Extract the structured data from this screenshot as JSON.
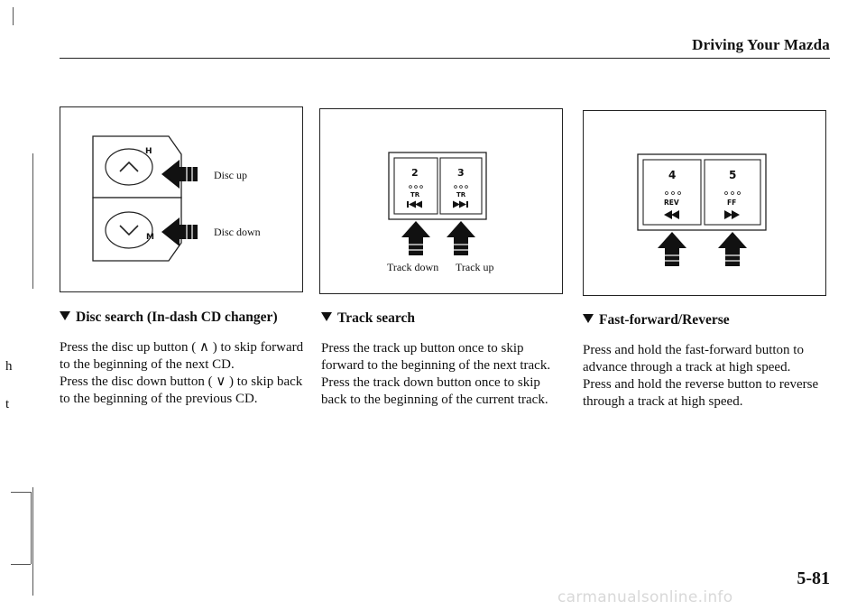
{
  "header": {
    "title": "Driving Your Mazda"
  },
  "figures": {
    "disc": {
      "caption_up": "Disc up",
      "caption_down": "Disc down",
      "button_up_letter": "H",
      "button_down_letter": "M"
    },
    "track": {
      "btn_left_number": "2",
      "btn_left_label": "TR",
      "btn_right_number": "3",
      "btn_right_label": "TR",
      "caption_down": "Track down",
      "caption_up": "Track up"
    },
    "ff": {
      "btn_left_number": "4",
      "btn_left_label": "REV",
      "btn_right_number": "5",
      "btn_right_label": "FF"
    }
  },
  "sections": {
    "disc_search": {
      "title": "Disc search (In-dash CD changer)",
      "paragraphs": [
        "Press the disc up button ( ∧ ) to skip forward to the beginning of the next CD.",
        "Press the disc down button ( ∨ ) to skip back to the beginning of the previous CD."
      ]
    },
    "track_search": {
      "title": "Track search",
      "paragraphs": [
        "Press the track up button once to skip forward to the beginning of the next track.",
        "Press the track down button once to skip back to the beginning of the current track."
      ]
    },
    "ff_reverse": {
      "title": "Fast-forward/Reverse",
      "paragraphs": [
        "Press and hold the fast-forward button to advance through a track at high speed.",
        "Press and hold the reverse button to reverse through a track at high speed."
      ]
    }
  },
  "footer": {
    "page_number": "5-81",
    "watermark": "carmanualsonline.info"
  },
  "margin": {
    "letter_h": "h",
    "letter_t": "t"
  }
}
